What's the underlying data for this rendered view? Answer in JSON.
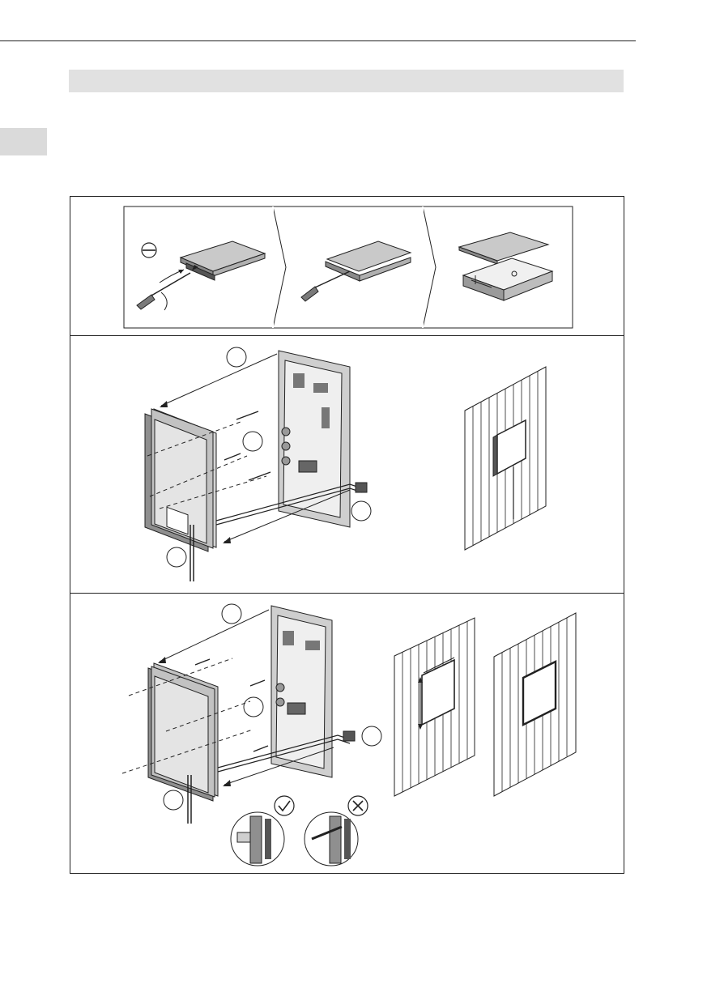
{
  "page": {
    "header_bar_color": "#e1e1e1",
    "side_tab_color": "#dadada"
  },
  "figure": {
    "step1": {
      "icon": "flat-screwdriver-icon",
      "stages": [
        "pry-open-cover",
        "lift-cover",
        "cover-removed"
      ]
    },
    "step2": {
      "mounting": "surface-mount",
      "callouts": 4
    },
    "step3": {
      "mounting": "flush-mount",
      "callouts": 4,
      "correct_icon": "check-circle-icon",
      "wrong_icon": "cross-circle-icon"
    }
  }
}
